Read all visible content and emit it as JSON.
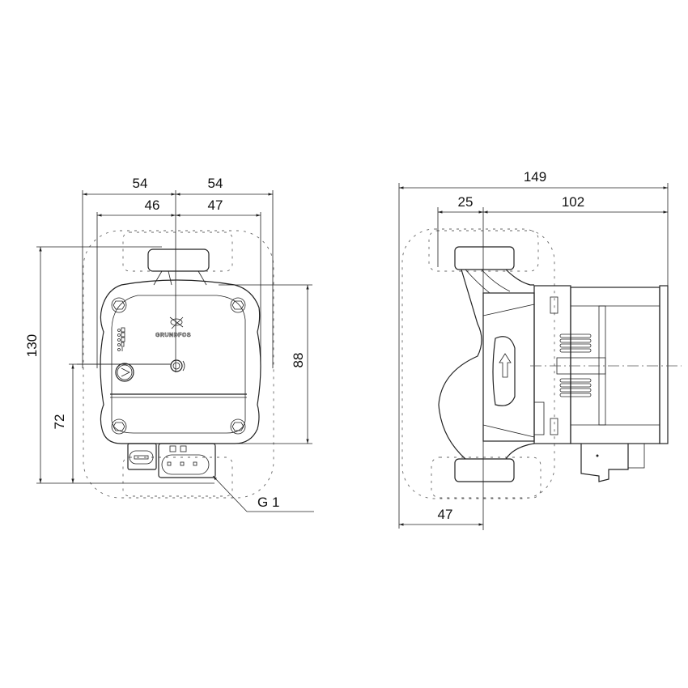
{
  "drawing": {
    "front_view": {
      "dim_top_left": "54",
      "dim_top_right": "54",
      "dim_inner_left": "46",
      "dim_inner_right": "47",
      "dim_height_total": "130",
      "dim_height_axis": "72",
      "dim_height_motor": "88",
      "thread_label": "G 1",
      "brand_logo": "GRUNDFOS"
    },
    "side_view": {
      "dim_overall_length": "149",
      "dim_pipe_offset": "25",
      "dim_motor_length": "102",
      "dim_bottom": "47"
    }
  }
}
